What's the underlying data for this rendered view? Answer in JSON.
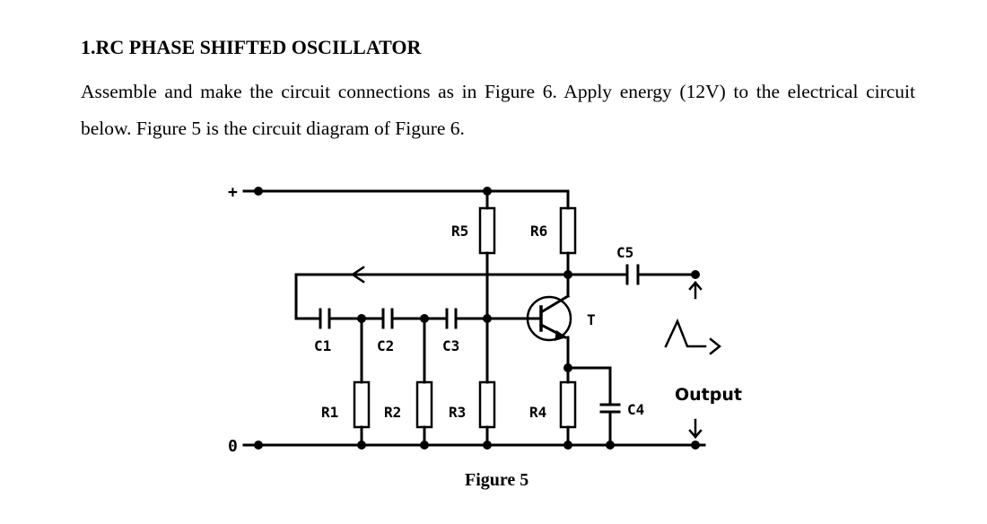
{
  "document": {
    "heading": "1.RC PHASE SHIFTED OSCILLATOR",
    "paragraph": "Assemble and make the circuit connections as in Figure 6. Apply energy (12V) to the electrical circuit below. Figure 5 is the circuit diagram of Figure 6.",
    "figure_caption": "Figure 5"
  },
  "circuit": {
    "supply_label": "+",
    "ground_label": "0",
    "output_label": "Output",
    "components": {
      "R1": "R1",
      "R2": "R2",
      "R3": "R3",
      "R4": "R4",
      "R5": "R5",
      "R6": "R6",
      "C1": "C1",
      "C2": "C2",
      "C3": "C3",
      "C4": "C4",
      "C5": "C5",
      "T": "T"
    }
  }
}
